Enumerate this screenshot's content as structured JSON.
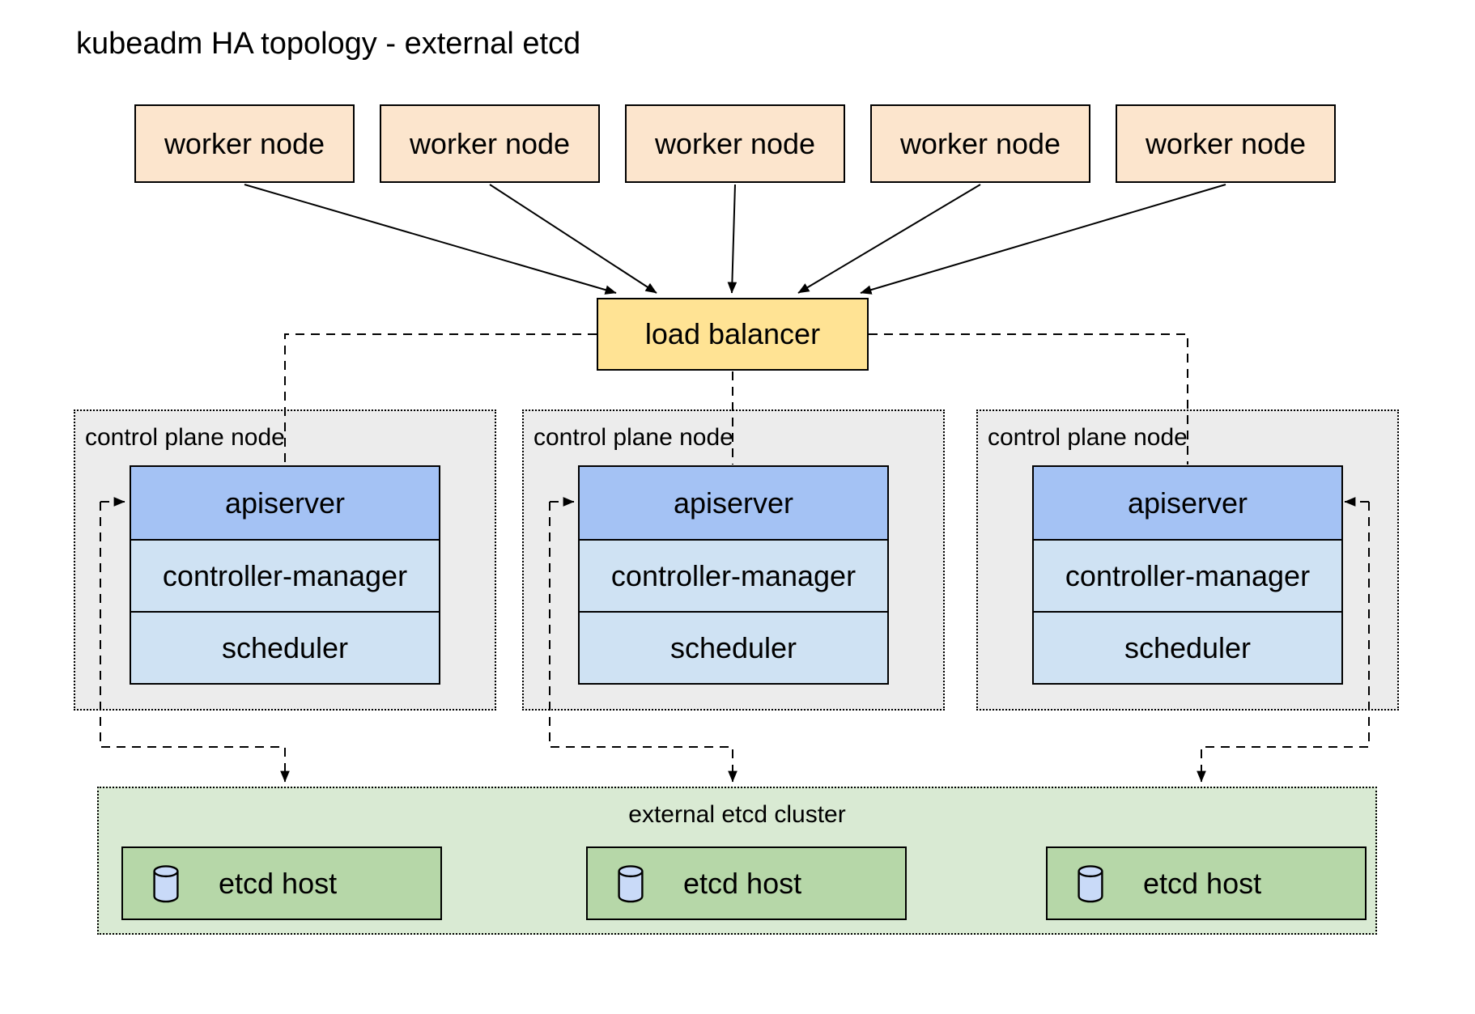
{
  "title": "kubeadm HA topology - external etcd",
  "palette": {
    "worker_fill": "#fce5cd",
    "load_balancer_fill": "#ffe394",
    "apiserver_fill": "#a4c2f4",
    "component_fill": "#cfe2f3",
    "control_plane_fill": "#ececec",
    "etcd_cluster_fill": "#d9ead3",
    "etcd_host_fill": "#b6d7a8",
    "cylinder_fill": "#c9daf8",
    "line_color": "#000000"
  },
  "workers": [
    {
      "label": "worker node"
    },
    {
      "label": "worker node"
    },
    {
      "label": "worker node"
    },
    {
      "label": "worker node"
    },
    {
      "label": "worker node"
    }
  ],
  "load_balancer": {
    "label": "load balancer"
  },
  "control_planes": [
    {
      "label": "control plane node",
      "components": [
        "apiserver",
        "controller-manager",
        "scheduler"
      ]
    },
    {
      "label": "control plane node",
      "components": [
        "apiserver",
        "controller-manager",
        "scheduler"
      ]
    },
    {
      "label": "control plane node",
      "components": [
        "apiserver",
        "controller-manager",
        "scheduler"
      ]
    }
  ],
  "etcd_cluster": {
    "label": "external etcd cluster",
    "hosts": [
      {
        "label": "etcd host"
      },
      {
        "label": "etcd host"
      },
      {
        "label": "etcd host"
      }
    ]
  }
}
